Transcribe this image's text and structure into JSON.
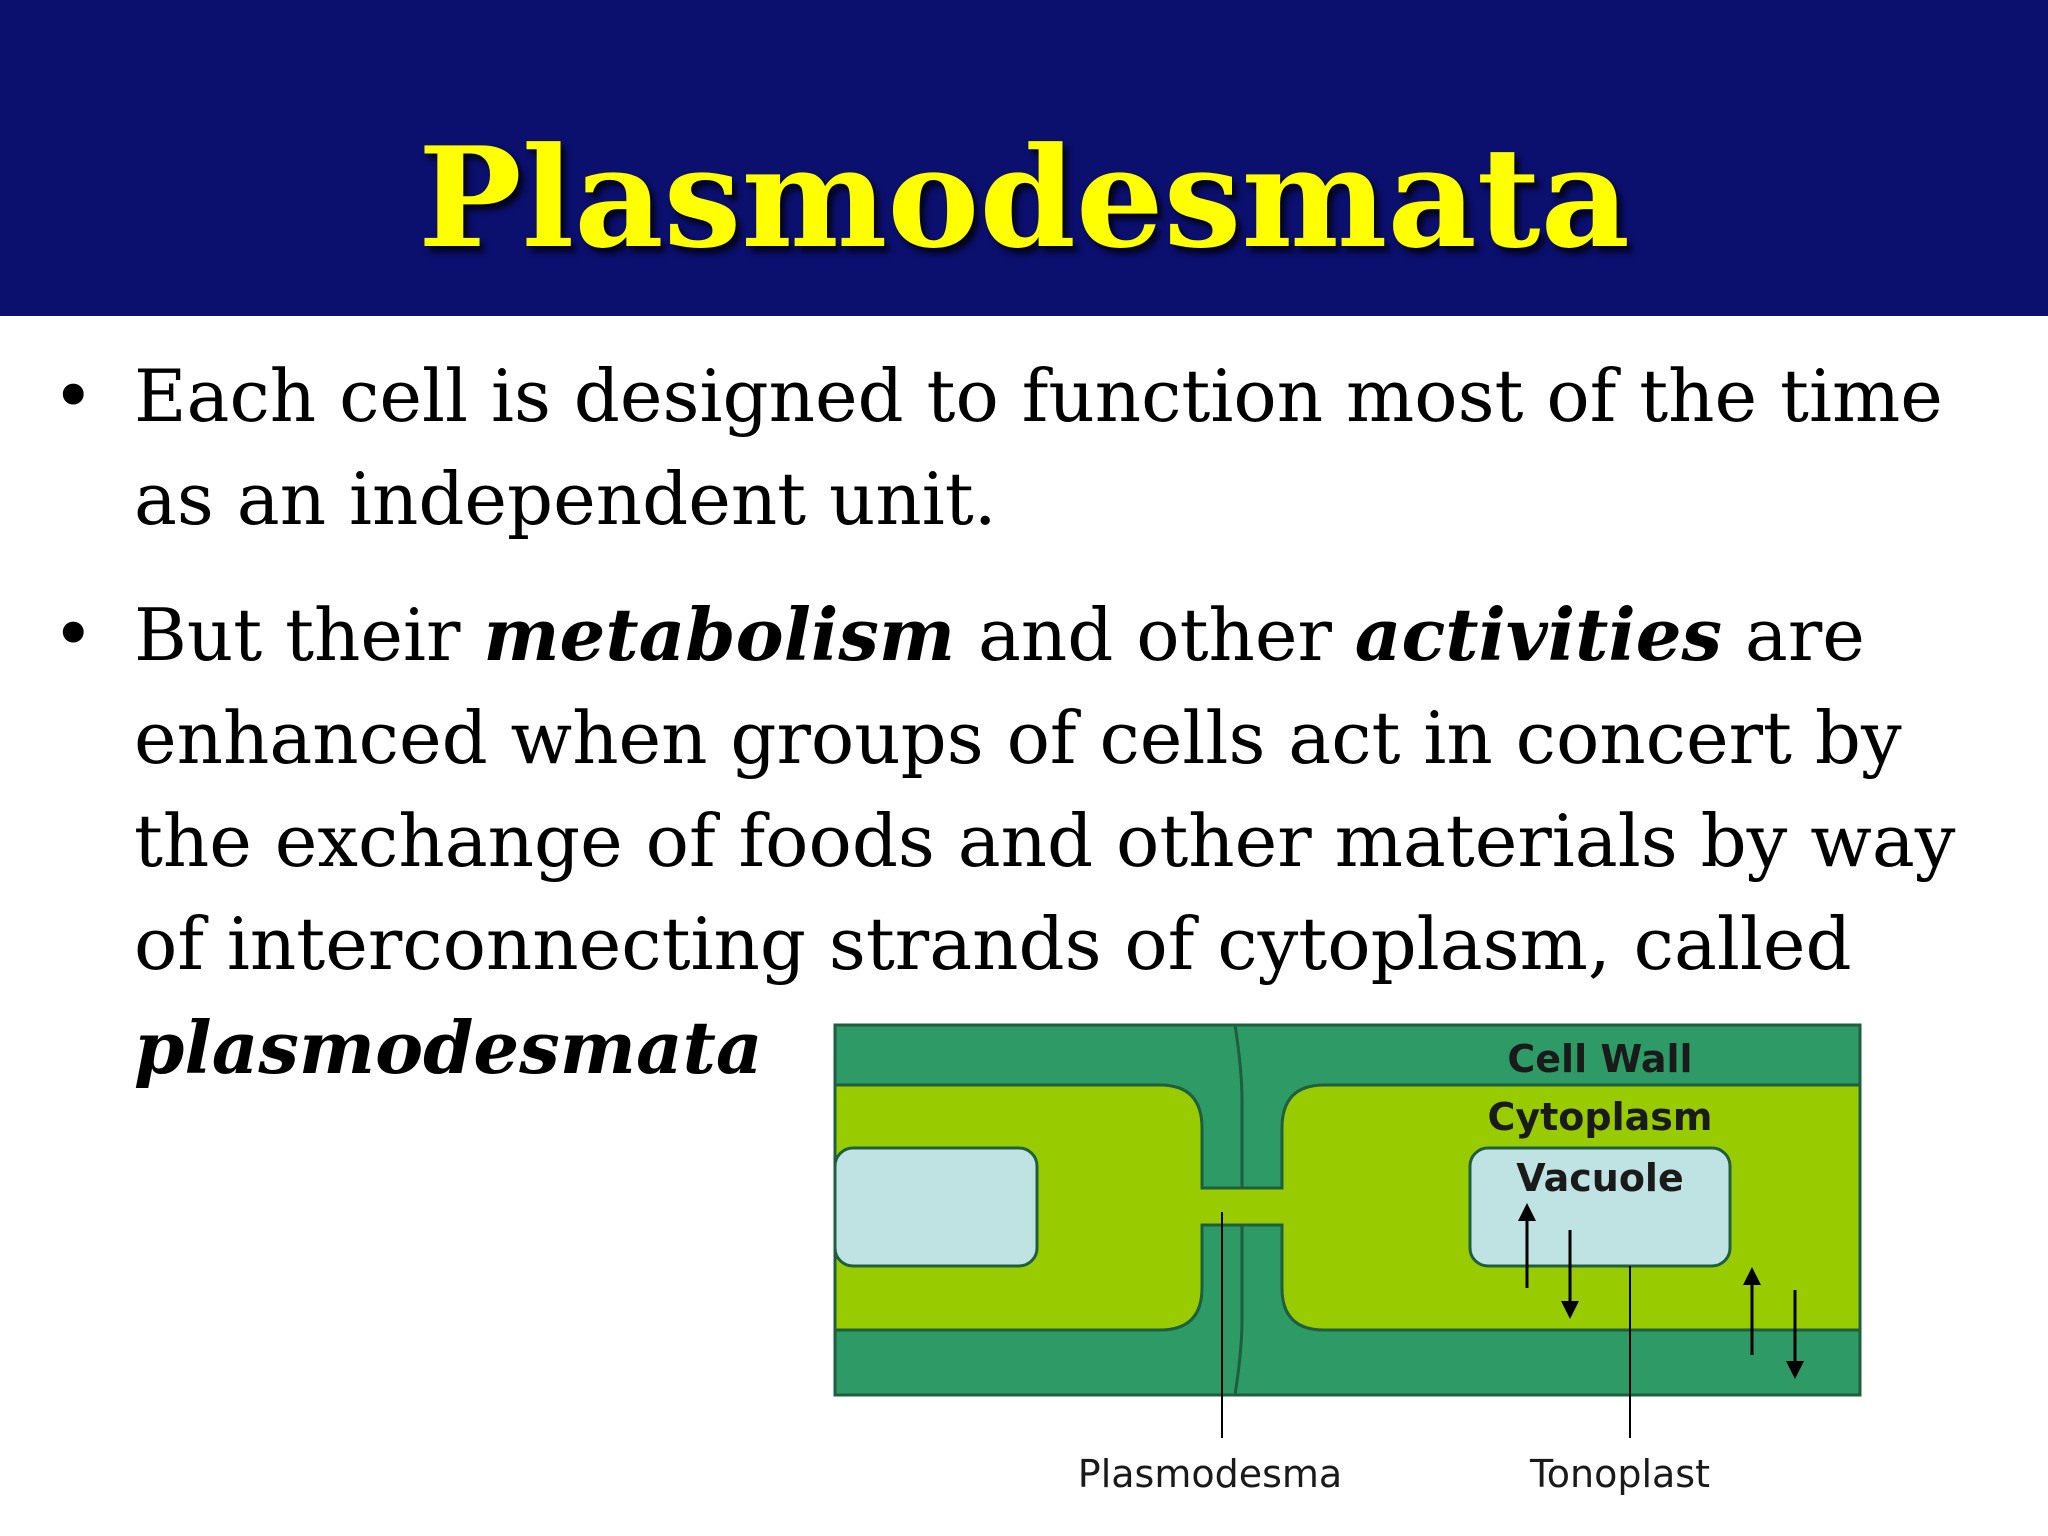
{
  "slide": {
    "title": "Plasmodesmata",
    "bullet_1": {
      "text": "Each cell is designed to function most of the time as an independent unit."
    },
    "bullet_2": {
      "part_1": "But their ",
      "emph_1": "metabolism",
      "part_2": " and other ",
      "emph_2": "activities",
      "part_3": " are enhanced when groups of cells act in concert by the exchange of foods and other materials by way of interconnecting strands of cytoplasm, called ",
      "emph_3": "plasmodesmata"
    }
  },
  "diagram": {
    "labels": {
      "cell_wall": "Cell Wall",
      "cytoplasm": "Cytoplasm",
      "vacuole": "Vacuole",
      "plasmodesma": "Plasmodesma",
      "tonoplast": "Tonoplast"
    },
    "colors": {
      "cell_wall": "#2e9a66",
      "cytoplasm": "#99cc00",
      "vacuole": "#bfe3e3",
      "title_bar": "#0b0f6e",
      "title_text": "#ffff00"
    }
  }
}
